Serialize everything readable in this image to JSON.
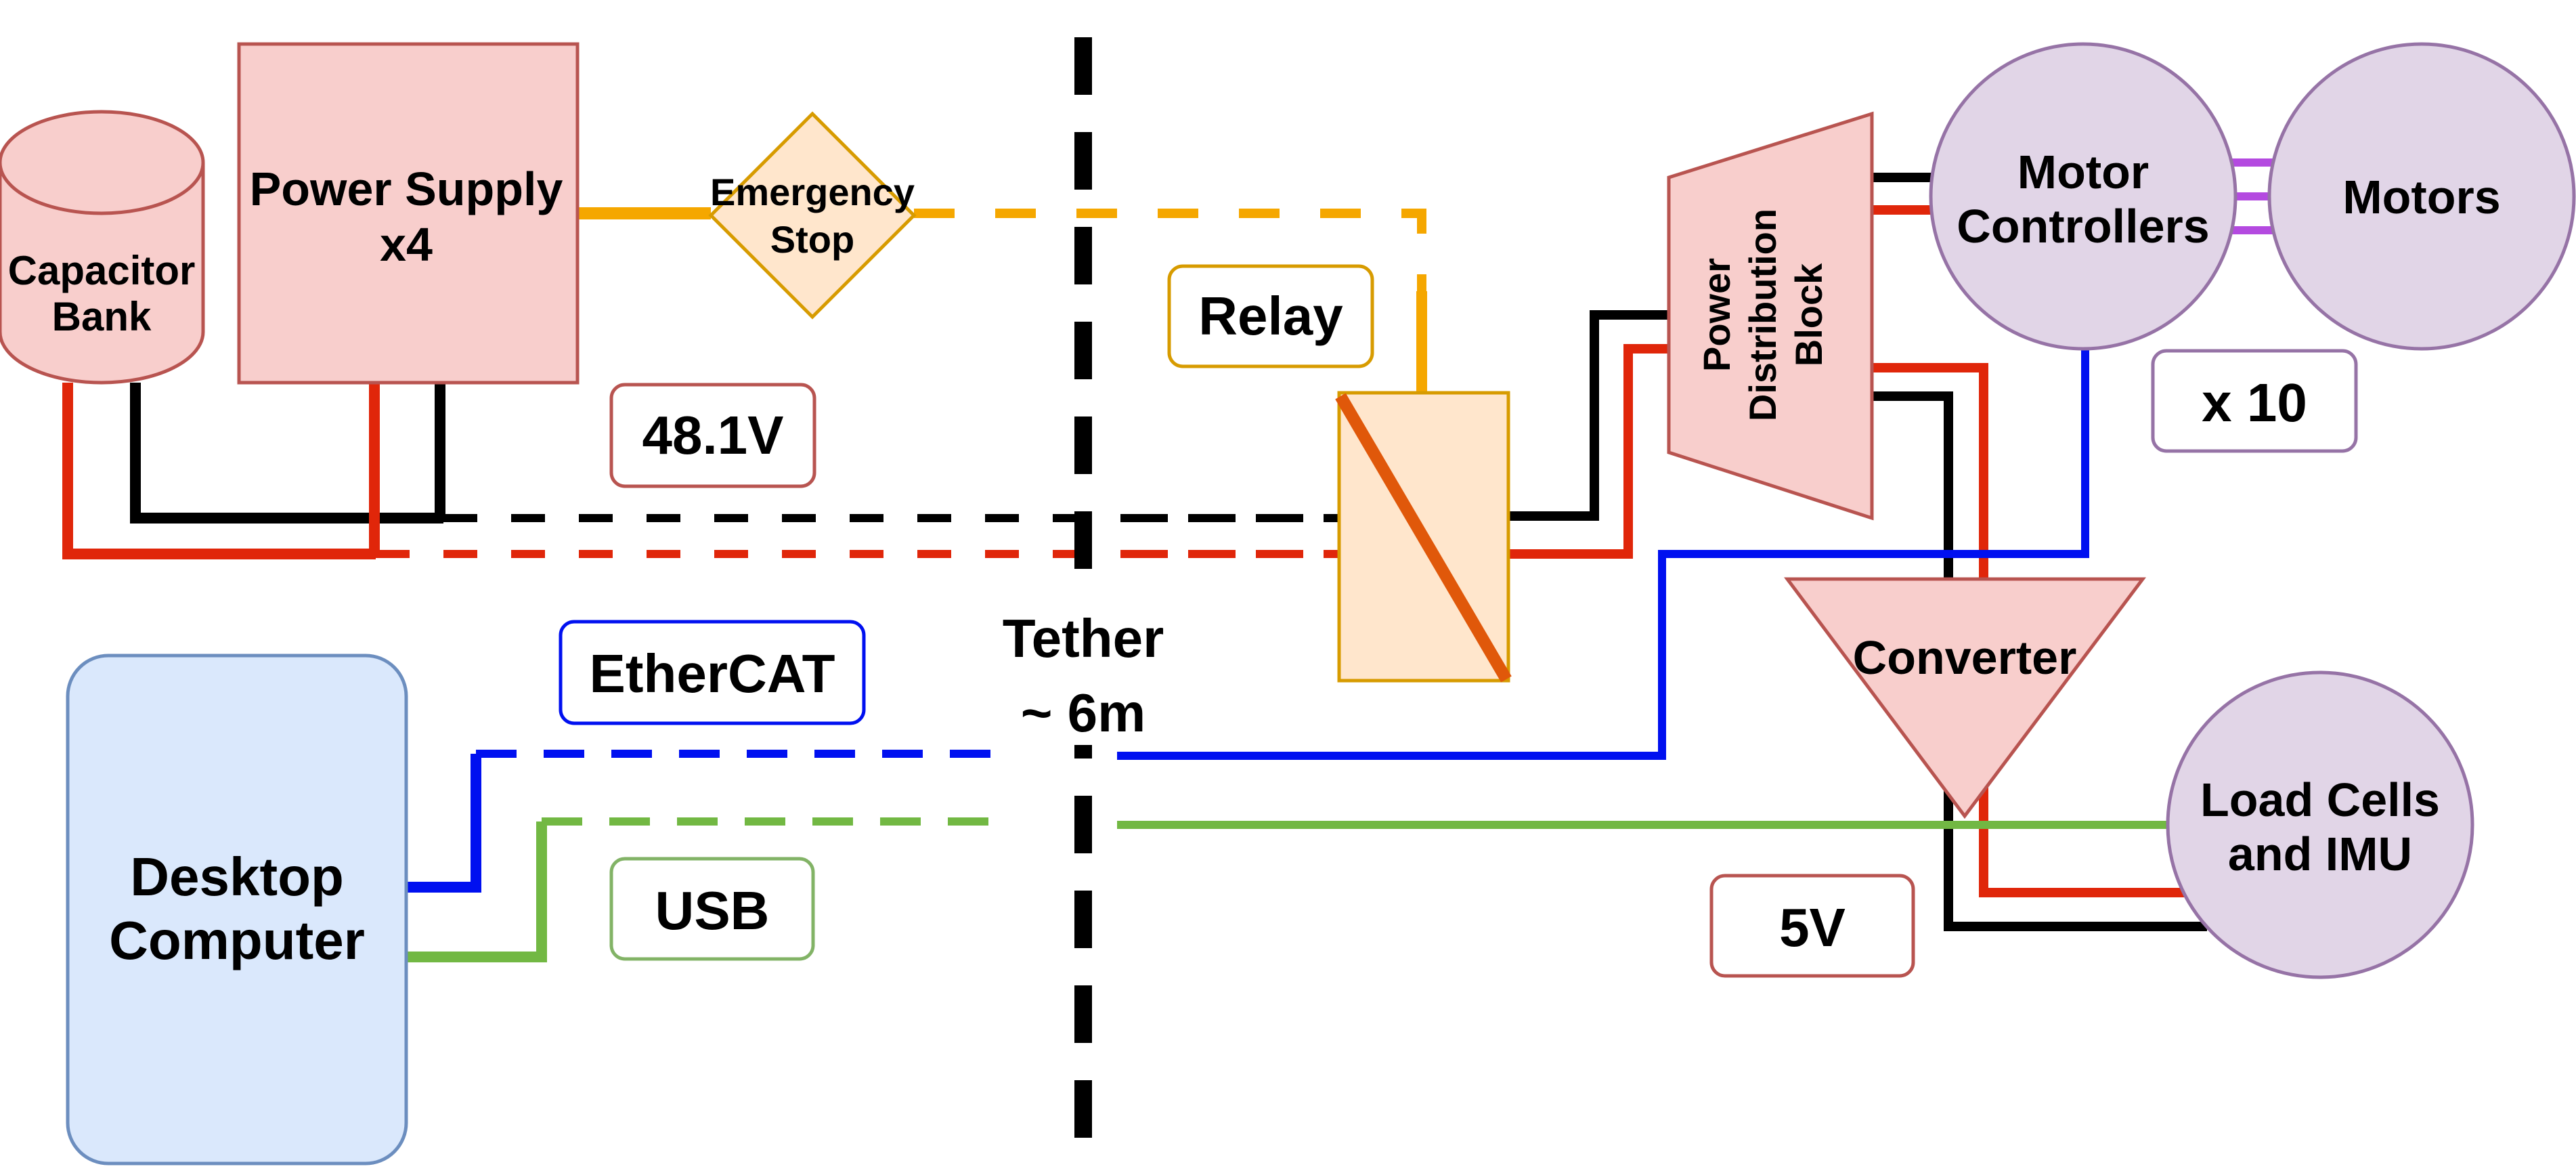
{
  "labels": {
    "capacitor_bank": [
      "Capacitor",
      "Bank"
    ],
    "power_supply": [
      "Power Supply",
      "x4"
    ],
    "emergency_stop": [
      "Emergency",
      "Stop"
    ],
    "voltage_48": "48.1V",
    "relay": "Relay",
    "power_distribution": [
      "Power",
      "Distribution",
      "Block"
    ],
    "motor_controllers": [
      "Motor",
      "Controllers"
    ],
    "motors": "Motors",
    "multiplier": "x 10",
    "converter": "Converter",
    "ethercat": "EtherCAT",
    "tether": [
      "Tether",
      "~ 6m"
    ],
    "desktop_computer": [
      "Desktop",
      "Computer"
    ],
    "usb": "USB",
    "voltage_5": "5V",
    "load_cells": [
      "Load Cells",
      "and IMU"
    ]
  },
  "colors": {
    "power_positive": "#e0260a",
    "ground": "#000000",
    "estop": "#f5a700",
    "ethercat": "#0010f0",
    "usb": "#72b843",
    "motor_phase": "#b44ae0",
    "red_fill": "#f8cecc",
    "red_stroke": "#b85450",
    "orange_fill": "#ffe6cc",
    "orange_stroke": "#d79b00",
    "purple_fill": "#e1d5e7",
    "purple_stroke": "#9673a6",
    "blue_fill": "#dae8fc",
    "blue_stroke": "#6c8ebf",
    "green_stroke": "#82b366",
    "relay_bar": "#e0580a"
  }
}
